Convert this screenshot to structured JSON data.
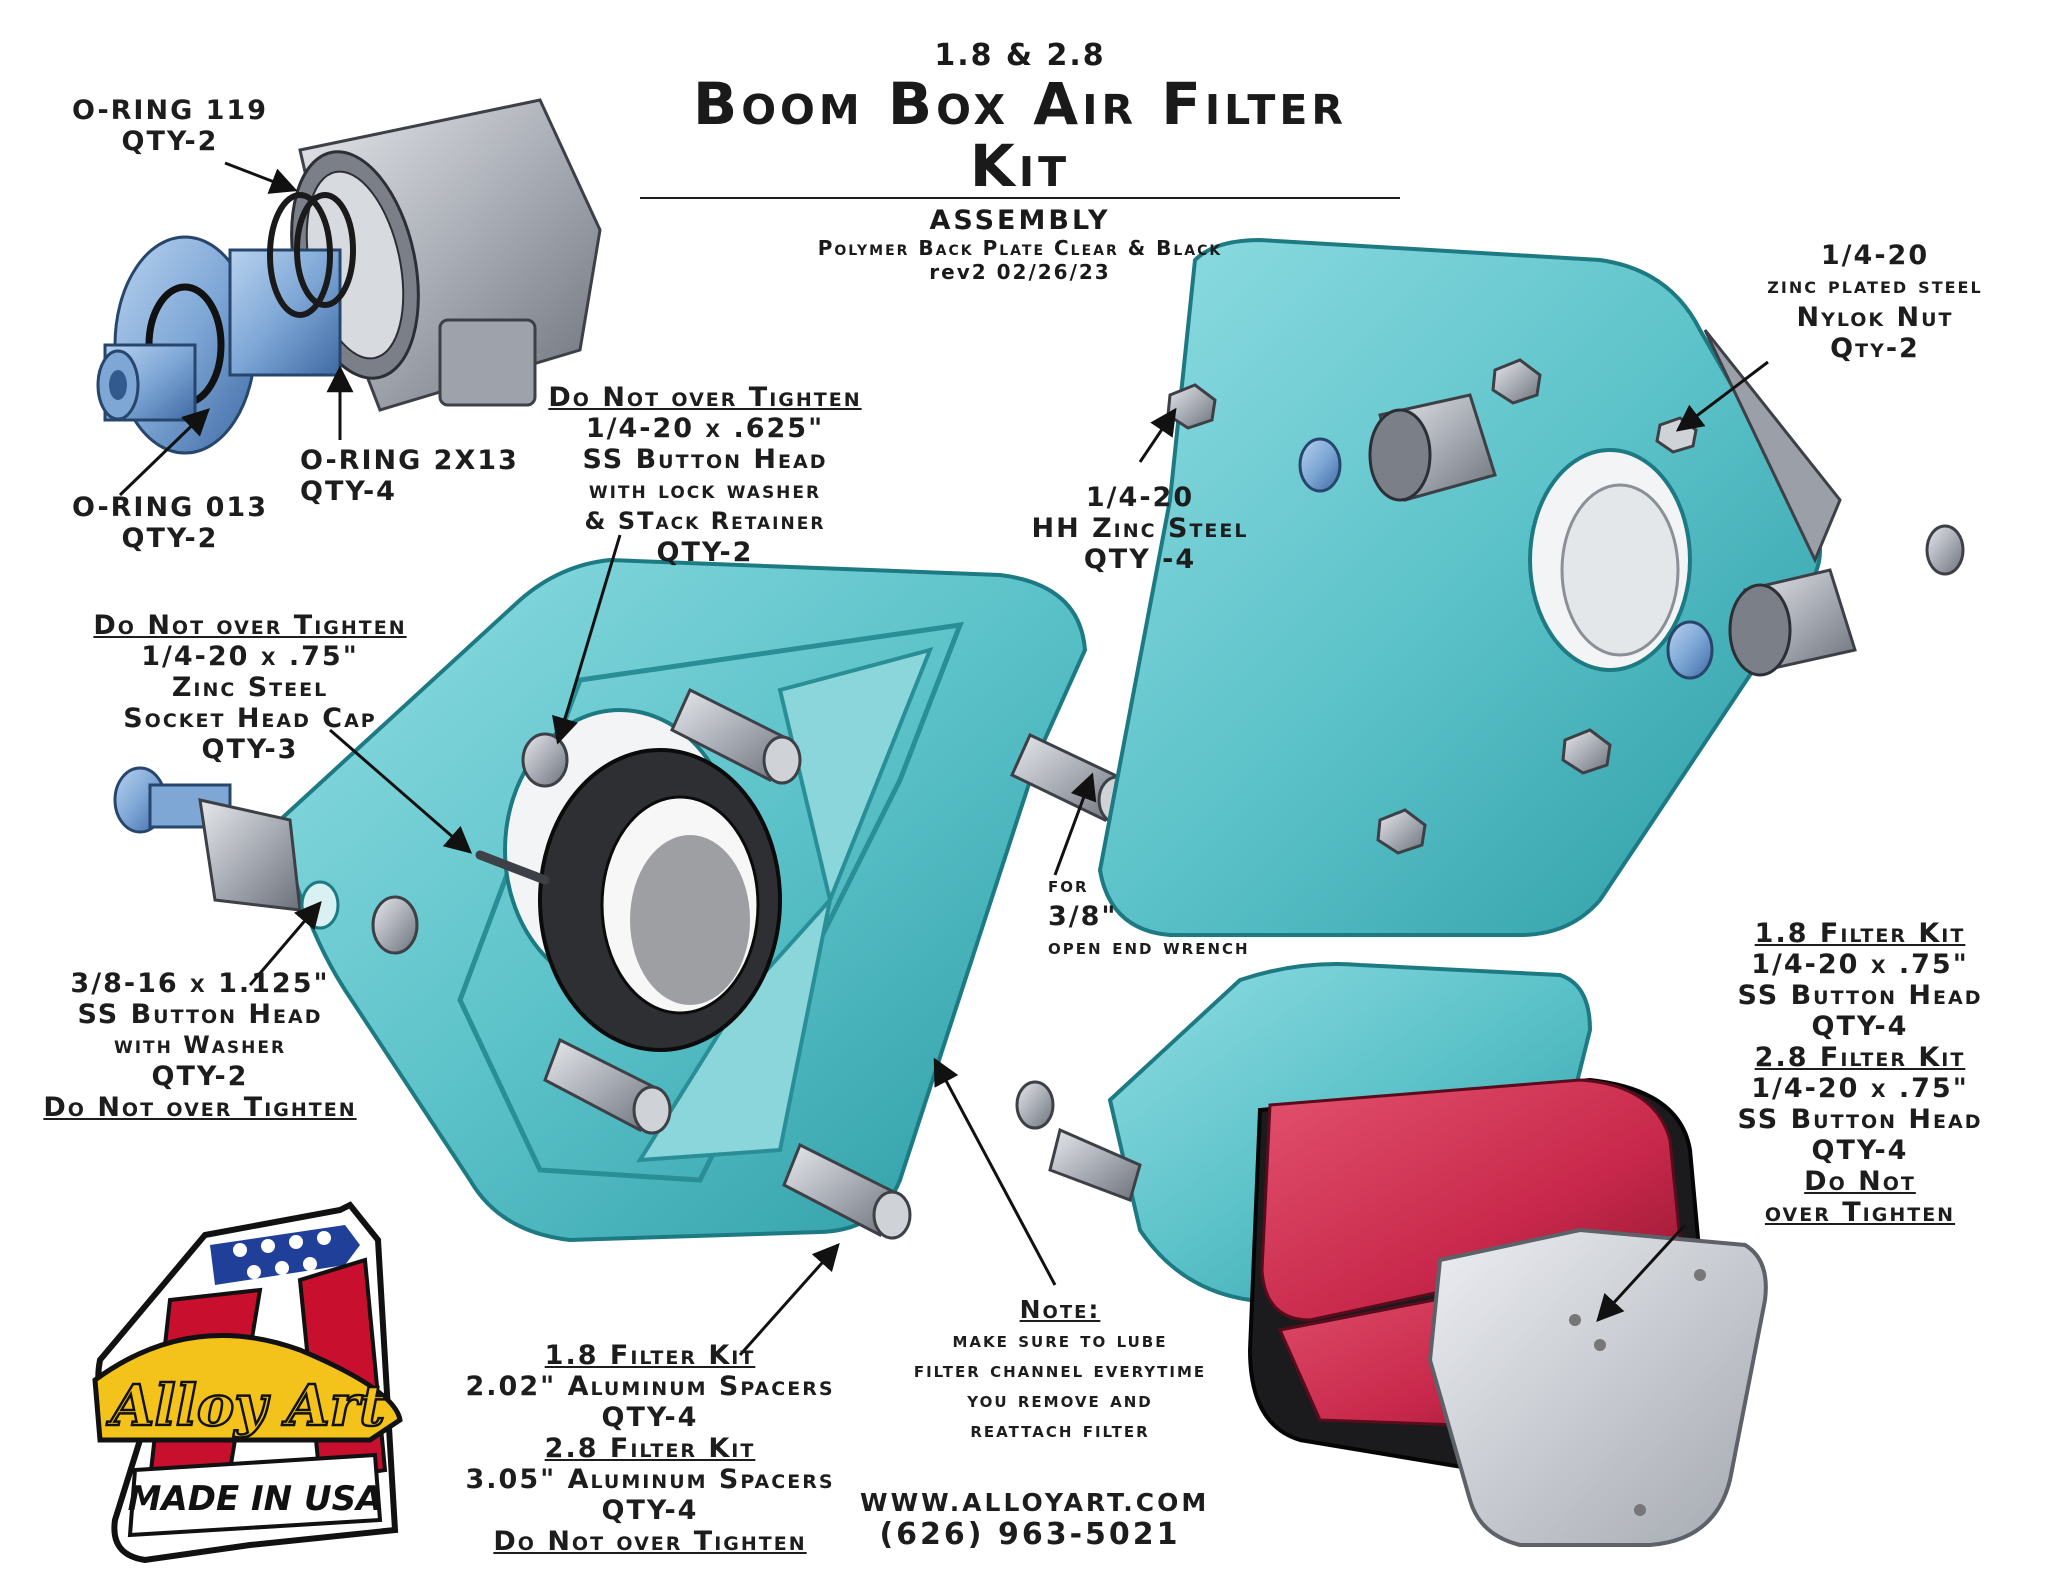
{
  "title": {
    "top": "1.8 & 2.8",
    "main": "Boom Box Air Filter Kit",
    "assembly": "ASSEMBLY",
    "subtitle": "Polymer Back Plate Clear & Black",
    "revision": "rev2 02/26/23"
  },
  "labels": {
    "oring119": [
      "O-RING 119",
      "QTY-2"
    ],
    "oring2x13": [
      "O-RING 2X13",
      "QTY-4"
    ],
    "oring013": [
      "O-RING 013",
      "QTY-2"
    ],
    "button_head_625": [
      "Do Not over Tighten",
      "1/4-20 x .625\"",
      "SS Button Head",
      "with lock washer",
      "& STack Retainer",
      "QTY-2"
    ],
    "socket_head": [
      "Do Not over Tighten",
      "1/4-20 x .75\"",
      "Zinc Steel",
      "Socket Head Cap",
      "QTY-3"
    ],
    "button_head_1125": [
      "3/8-16 x 1.125\"",
      "SS Button Head",
      "with Washer",
      "QTY-2",
      "Do Not over Tighten"
    ],
    "spacers": [
      "1.8 Filter Kit",
      "2.02\" Aluminum Spacers",
      "QTY-4",
      "2.8 Filter Kit",
      "3.05\" Aluminum Spacers",
      "QTY-4",
      "Do Not over Tighten"
    ],
    "note": [
      "Note:",
      "make sure to lube",
      "filter channel everytime",
      "you remove and",
      "reattach filter"
    ],
    "wrench": [
      "for",
      "3/8\"",
      "open end wrench"
    ],
    "hh_zinc": [
      "1/4-20",
      "HH Zinc Steel",
      "QTY -4"
    ],
    "nylok": [
      "1/4-20",
      "zinc plated steel",
      "Nylok Nut",
      "Qty-2"
    ],
    "filter_kit": [
      "1.8 Filter Kit",
      "1/4-20 x .75\"",
      "SS Button Head",
      "QTY-4",
      "2.8 Filter Kit",
      "1/4-20 x .75\"",
      "SS Button Head",
      "QTY-4",
      "Do Not",
      "over Tighten"
    ]
  },
  "contact": {
    "website": "WWW.ALLOYART.COM",
    "phone": "(626) 963-5021"
  },
  "logo": {
    "top": "Alloy Art",
    "bottom": "MADE IN USA"
  },
  "colors": {
    "plate": "#5cc2c9",
    "plate_dark": "#1d8c96",
    "metal": "#b9bcc2",
    "blue_part": "#7ea7d6",
    "filter_red": "#d22e52",
    "logo_red": "#c8102e",
    "logo_blue": "#1f3f99",
    "logo_yellow": "#f3c21b"
  }
}
